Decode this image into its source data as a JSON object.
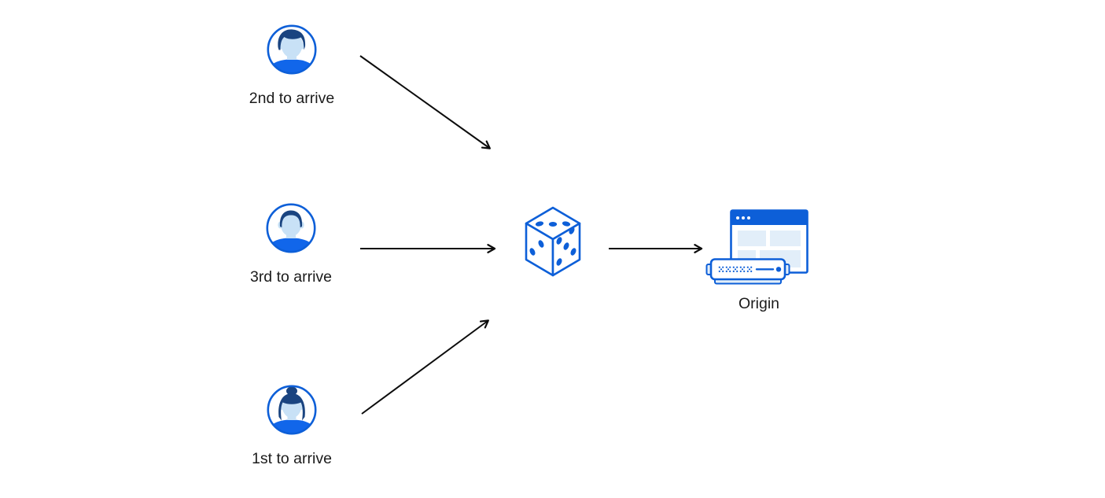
{
  "diagram": {
    "clients": [
      {
        "id": "client-2nd-to-arrive",
        "label": "2nd to arrive",
        "icon": "male-avatar-swept-hair-icon"
      },
      {
        "id": "client-3rd-to-arrive",
        "label": "3rd to arrive",
        "icon": "male-avatar-short-hair-icon"
      },
      {
        "id": "client-1st-to-arrive",
        "label": "1st to arrive",
        "icon": "female-avatar-bun-icon"
      }
    ],
    "selector": {
      "id": "random-selector",
      "icon": "dice-icon"
    },
    "origin": {
      "id": "origin",
      "label": "Origin",
      "icons": [
        "browser-window-icon",
        "origin-server-icon"
      ]
    },
    "arrows": [
      {
        "from": "client-2nd-to-arrive",
        "to": "random-selector"
      },
      {
        "from": "client-3rd-to-arrive",
        "to": "random-selector"
      },
      {
        "from": "client-1st-to-arrive",
        "to": "random-selector"
      },
      {
        "from": "random-selector",
        "to": "origin"
      }
    ],
    "colors": {
      "primary_blue": "#0D5FD8",
      "shirt_blue": "#1166EA",
      "dark_hair_blue": "#1A4480",
      "skin_light_blue": "#C8E1F6",
      "panel_light_blue": "#E2EEF9",
      "arrow_black": "#0C0C0C",
      "background": "#FFFFFF",
      "text": "#1B1B1B"
    }
  }
}
